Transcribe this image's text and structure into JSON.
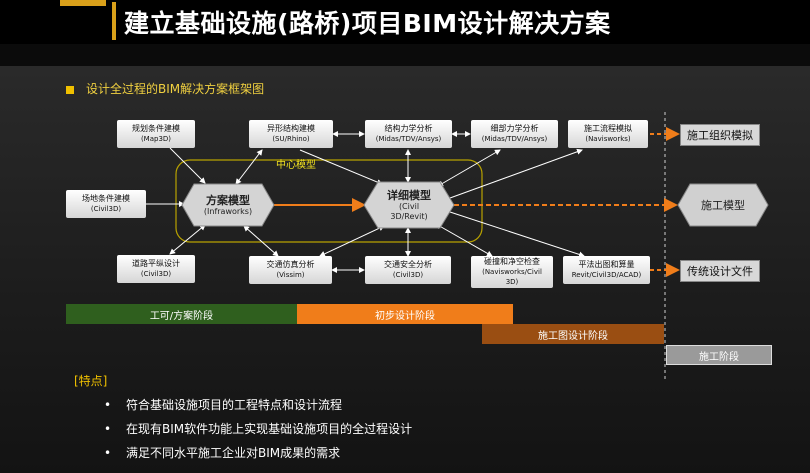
{
  "title": "建立基础设施(路桥)项目BIM设计解决方案",
  "subtitle": "设计全过程的BIM解决方案框架图",
  "nodes": {
    "planning": {
      "l1": "规划条件建模",
      "l2": "(Map3D)"
    },
    "special": {
      "l1": "异形结构建模",
      "l2": "(SU/Rhino)"
    },
    "struct": {
      "l1": "结构力学分析",
      "l2": "(Midas/TDV/Ansys)"
    },
    "detail_mech": {
      "l1": "细部力学分析",
      "l2": "(Midas/TDV/Ansys)"
    },
    "construction_flow": {
      "l1": "施工流程模拟",
      "l2": "(Navisworks)"
    },
    "site": {
      "l1": "场地条件建模",
      "l2": "(Civil3D)"
    },
    "road": {
      "l1": "道路平纵设计",
      "l2": "(Civil3D)"
    },
    "traffic_sim": {
      "l1": "交通仿真分析",
      "l2": "(Vissim)"
    },
    "traffic_safety": {
      "l1": "交通安全分析",
      "l2": "(Civil3D)"
    },
    "clash": {
      "l1": "碰撞和净空检查",
      "l2": "(Navisworks/Civil",
      "l3": "3D)"
    },
    "drawing": {
      "l1": "平法出图和算量",
      "l2": "Revit/Civil3D/ACAD)"
    }
  },
  "hexes": {
    "scheme": {
      "l1": "方案模型",
      "l2": "(Infraworks)"
    },
    "detail": {
      "l1": "详细模型",
      "l2": "(Civil",
      "l3": "3D/Revit)"
    },
    "construction_model": "施工模型"
  },
  "center_label": "中心模型",
  "outputs": {
    "org_sim": "施工组织模拟",
    "traditional": "传统设计文件"
  },
  "stages": [
    {
      "label": "工可/方案阶段",
      "color": "#2f5f1e"
    },
    {
      "label": "初步设计阶段",
      "color": "#f07d1a"
    },
    {
      "label": "施工图设计阶段",
      "color": "#9a4e12"
    },
    {
      "label": "施工阶段",
      "color": "#9a9a9a"
    }
  ],
  "features_title": "[特点]",
  "features": [
    "符合基础设施项目的工程特点和设计流程",
    "在现有BIM软件功能上实现基础设施项目的全过程设计",
    "满足不同水平施工企业对BIM成果的需求"
  ],
  "bullet": "•"
}
